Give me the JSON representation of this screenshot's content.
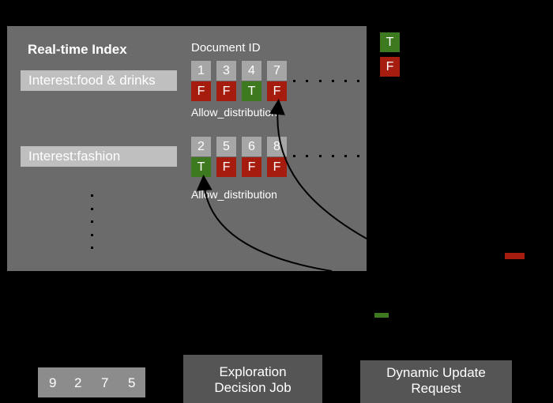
{
  "index": {
    "title": "Real-time Index",
    "document_id_label": "Document ID",
    "rows": [
      {
        "interest": "Interest:food & drinks",
        "doc_ids": [
          "1",
          "3",
          "4",
          "7"
        ],
        "flags": [
          "F",
          "F",
          "T",
          "F"
        ],
        "flag_label": "Allow_distribution"
      },
      {
        "interest": "Interest:fashion",
        "doc_ids": [
          "2",
          "5",
          "6",
          "8"
        ],
        "flags": [
          "T",
          "F",
          "F",
          "F"
        ],
        "flag_label": "Allow_distribution"
      }
    ]
  },
  "legend": {
    "true_label": "T",
    "false_label": "F"
  },
  "queue": {
    "values": [
      "9",
      "2",
      "7",
      "5"
    ]
  },
  "exploration_job": {
    "line1": "Exploration",
    "line2": "Decision Job"
  },
  "dynamic_update": {
    "line1": "Dynamic Update",
    "line2": "Request"
  },
  "colors": {
    "panel": "#6b6b6b",
    "interest_box": "#bfbfbf",
    "id_cell": "#a6a6a6",
    "true_cell": "#3d7a1f",
    "false_cell": "#a61c0e",
    "process_box": "#555555"
  }
}
